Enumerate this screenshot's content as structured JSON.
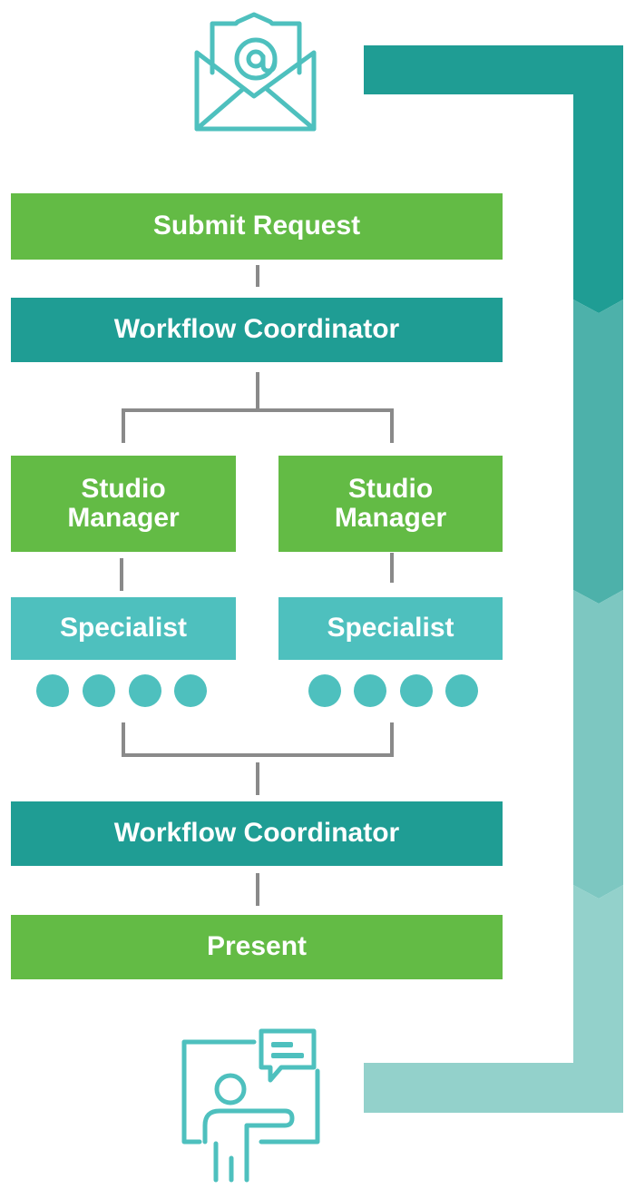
{
  "nodes": {
    "submit_request": "Submit Request",
    "coordinator_top": "Workflow Coordinator",
    "studio_manager_left": [
      "Studio",
      "Manager"
    ],
    "studio_manager_right": [
      "Studio",
      "Manager"
    ],
    "specialist_left": "Specialist",
    "specialist_right": "Specialist",
    "coordinator_bottom": "Workflow Coordinator",
    "present": "Present"
  },
  "icons": {
    "top": "email-icon",
    "bottom": "presenter-icon"
  },
  "colors": {
    "green": "#63bb45",
    "teal": "#1f9d94",
    "cyan": "#4ec0be",
    "connector": "#8a8a8a",
    "band": [
      "#1f9d94",
      "#4db1aa",
      "#7dc7c1",
      "#93d1cb"
    ]
  }
}
